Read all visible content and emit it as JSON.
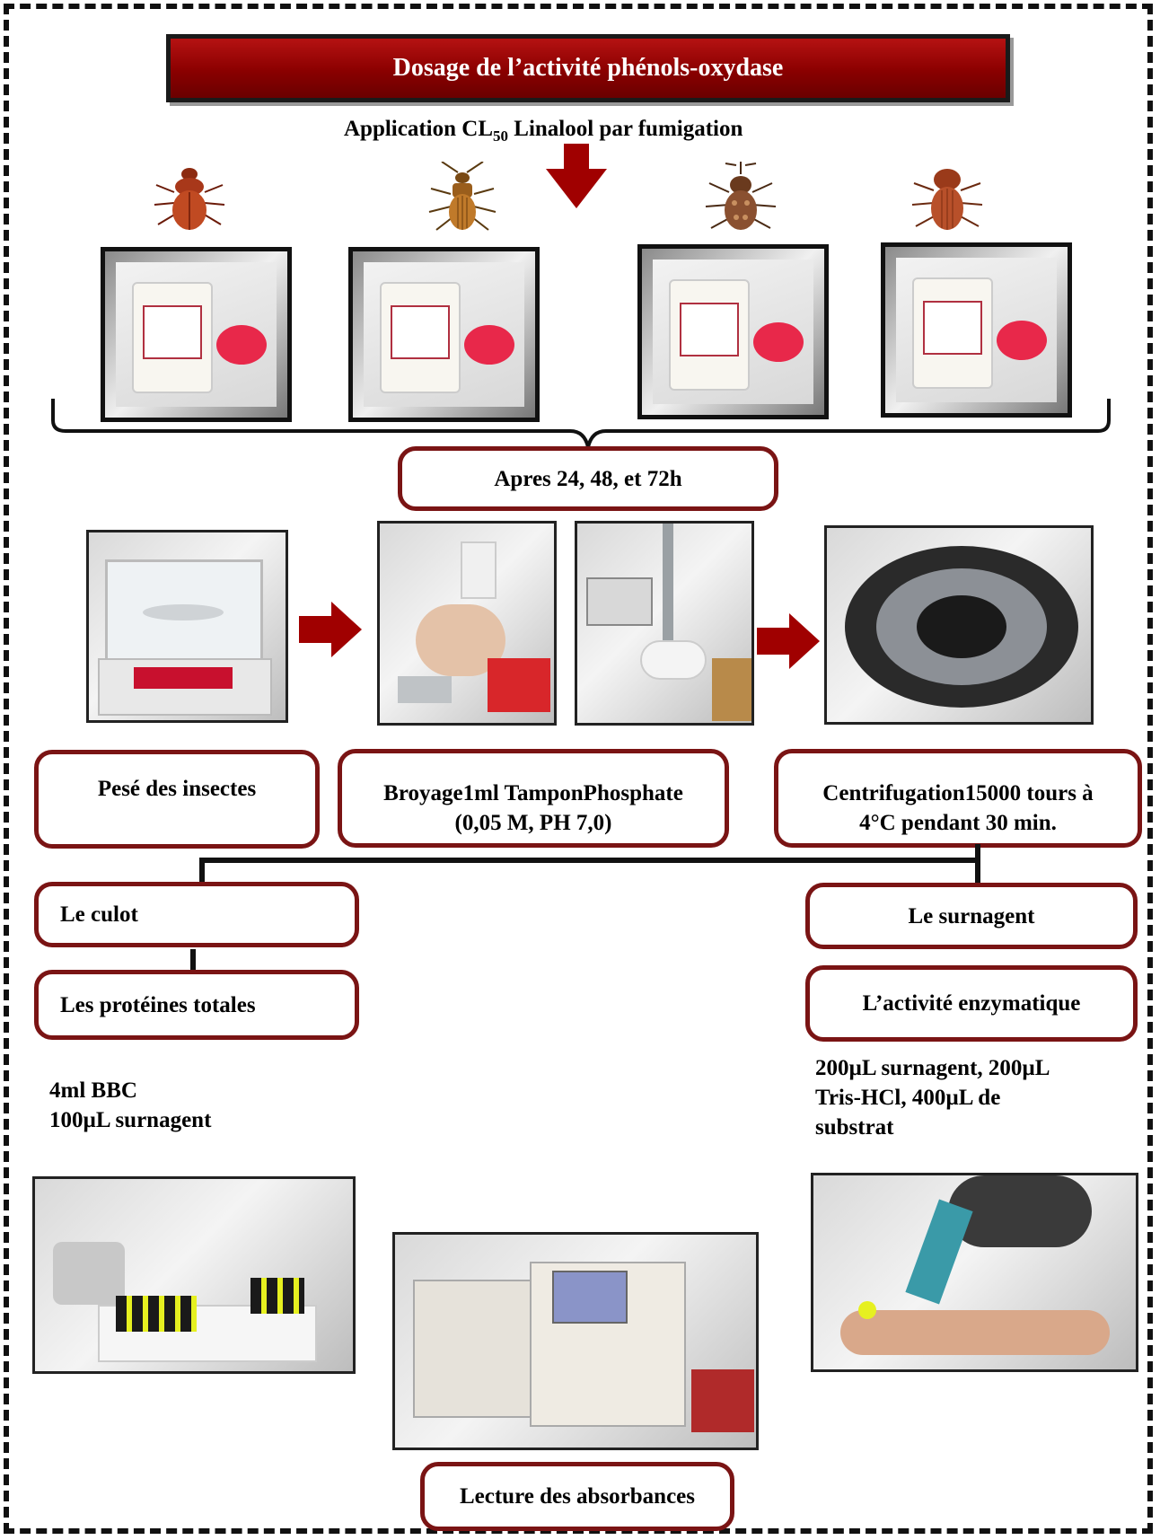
{
  "title": "Dosage de l’activité phénols-oxydase",
  "application": {
    "prefix": "Application CL",
    "sub": "50",
    "suffix": " Linalool par fumigation"
  },
  "insects": [
    "red-flour-beetle-icon",
    "saw-toothed-grain-beetle-icon",
    "rice-weevil-icon",
    "lesser-grain-borer-icon"
  ],
  "after_label": "Apres 24, 48, et 72h",
  "steps": [
    {
      "label_lines": [
        "Pesé des insectes"
      ]
    },
    {
      "label_lines": [
        "Broyage1ml TamponPhosphate",
        "(0,05 M, PH 7,0)"
      ]
    },
    {
      "label_lines": [
        "Centrifugation15000 tours à",
        "4°C pendant 30 min."
      ]
    }
  ],
  "left_branch": {
    "label": "Le culot",
    "result": "Les protéines totales",
    "reagents": [
      "4ml BBC",
      "100µL surnagent"
    ]
  },
  "right_branch": {
    "label": "Le surnagent",
    "result": "L’activité enzymatique",
    "reagents": [
      "200µL surnagent, 200µL",
      "Tris-HCl, 400µL de",
      "substrat"
    ]
  },
  "final_label": "Lecture des absorbances",
  "colors": {
    "accent": "#8b0000",
    "box_border": "#7a1414",
    "arrow": "#a00000"
  }
}
